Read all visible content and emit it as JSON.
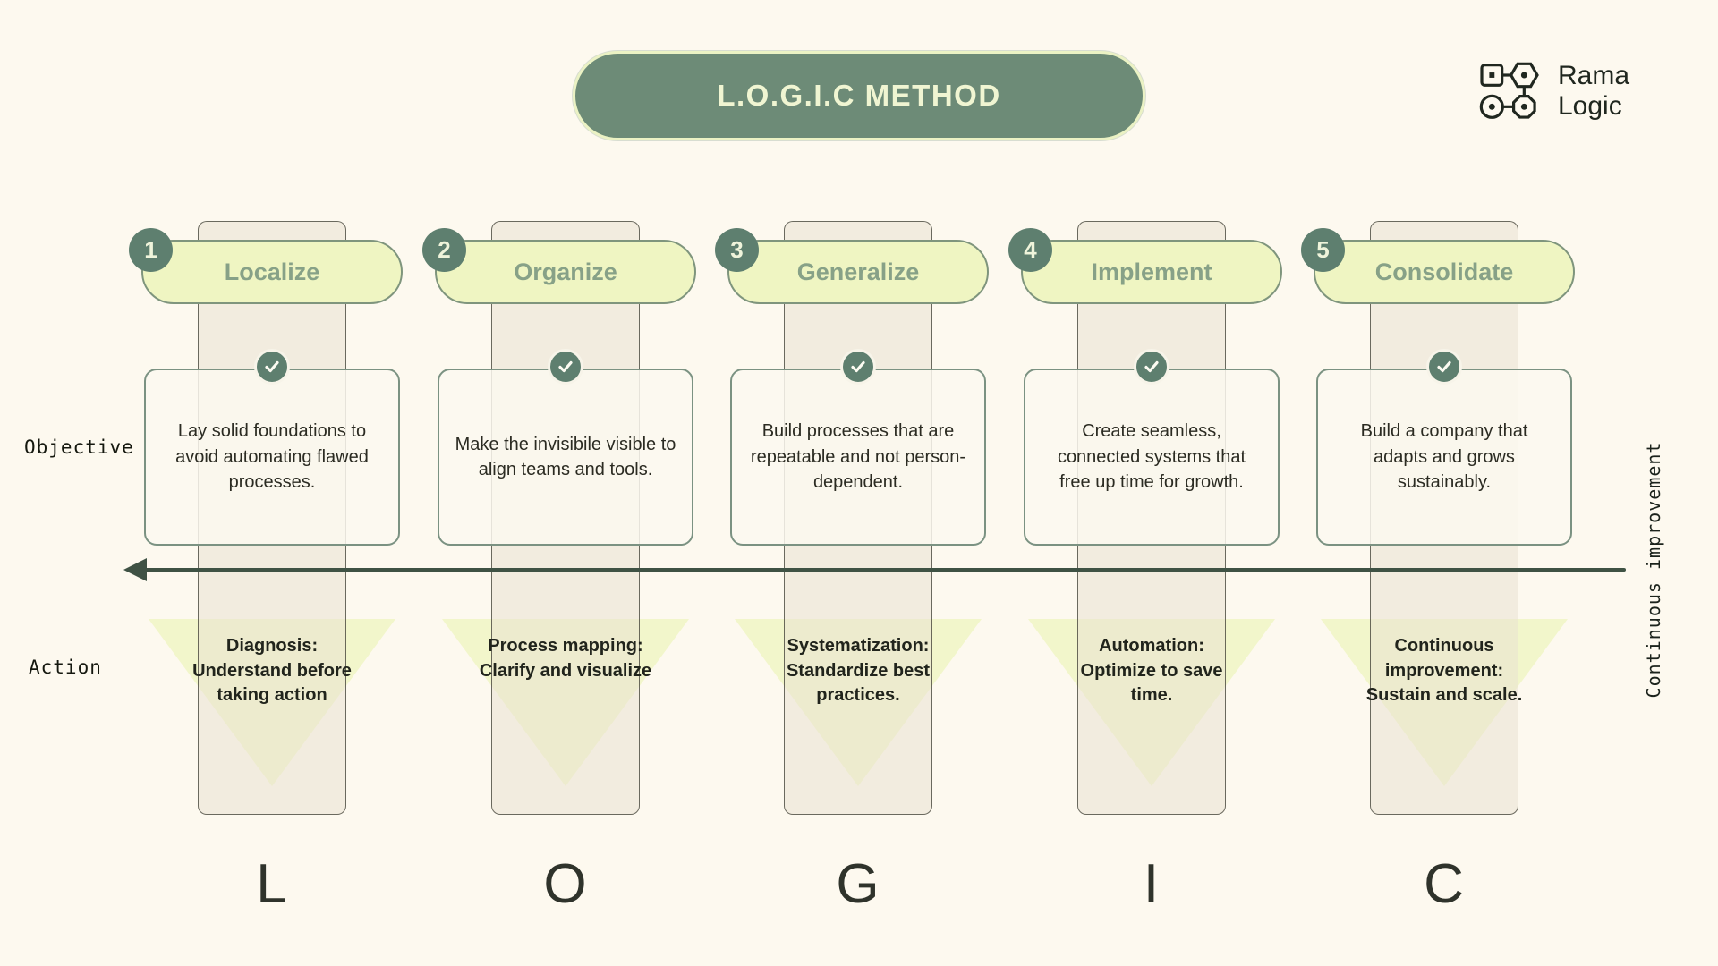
{
  "title": "L.O.G.I.C METHOD",
  "logo": {
    "name_line1": "Rama",
    "name_line2": "Logic"
  },
  "labels": {
    "objective_row": "Objective",
    "action_row": "Action",
    "continuous_arrow": "Continuous improvement"
  },
  "columns": [
    {
      "number": "1",
      "title": "Localize",
      "letter": "L",
      "objective": "Lay solid foundations to avoid automating flawed processes.",
      "action": "Diagnosis: Understand before taking action"
    },
    {
      "number": "2",
      "title": "Organize",
      "letter": "O",
      "objective": "Make the invisibile visible to align teams and tools.",
      "action": "Process mapping: Clarify and visualize"
    },
    {
      "number": "3",
      "title": "Generalize",
      "letter": "G",
      "objective": "Build processes that are repeatable and not person-dependent.",
      "action": "Systematization: Standardize best practices."
    },
    {
      "number": "4",
      "title": "Implement",
      "letter": "I",
      "objective": "Create seamless, connected systems that free up time for growth.",
      "action": "Automation: Optimize to save time."
    },
    {
      "number": "5",
      "title": "Consolidate",
      "letter": "C",
      "objective": "Build a company that adapts and grows sustainably.",
      "action": "Continuous improvement: Sustain and scale."
    }
  ],
  "colors": {
    "background": "#FDF9EF",
    "sage_dark": "#6D8B77",
    "sage_badge": "#5E7F6F",
    "pill_fill": "#EFF5C2",
    "pill_border": "#7F957D",
    "pill_text": "#87A187",
    "card_border": "#7B9282",
    "triangle_fill": "#F1F5C9",
    "arrow": "#3F5244",
    "text_dark": "#2B2B22",
    "title_text": "#F0F5D2"
  }
}
